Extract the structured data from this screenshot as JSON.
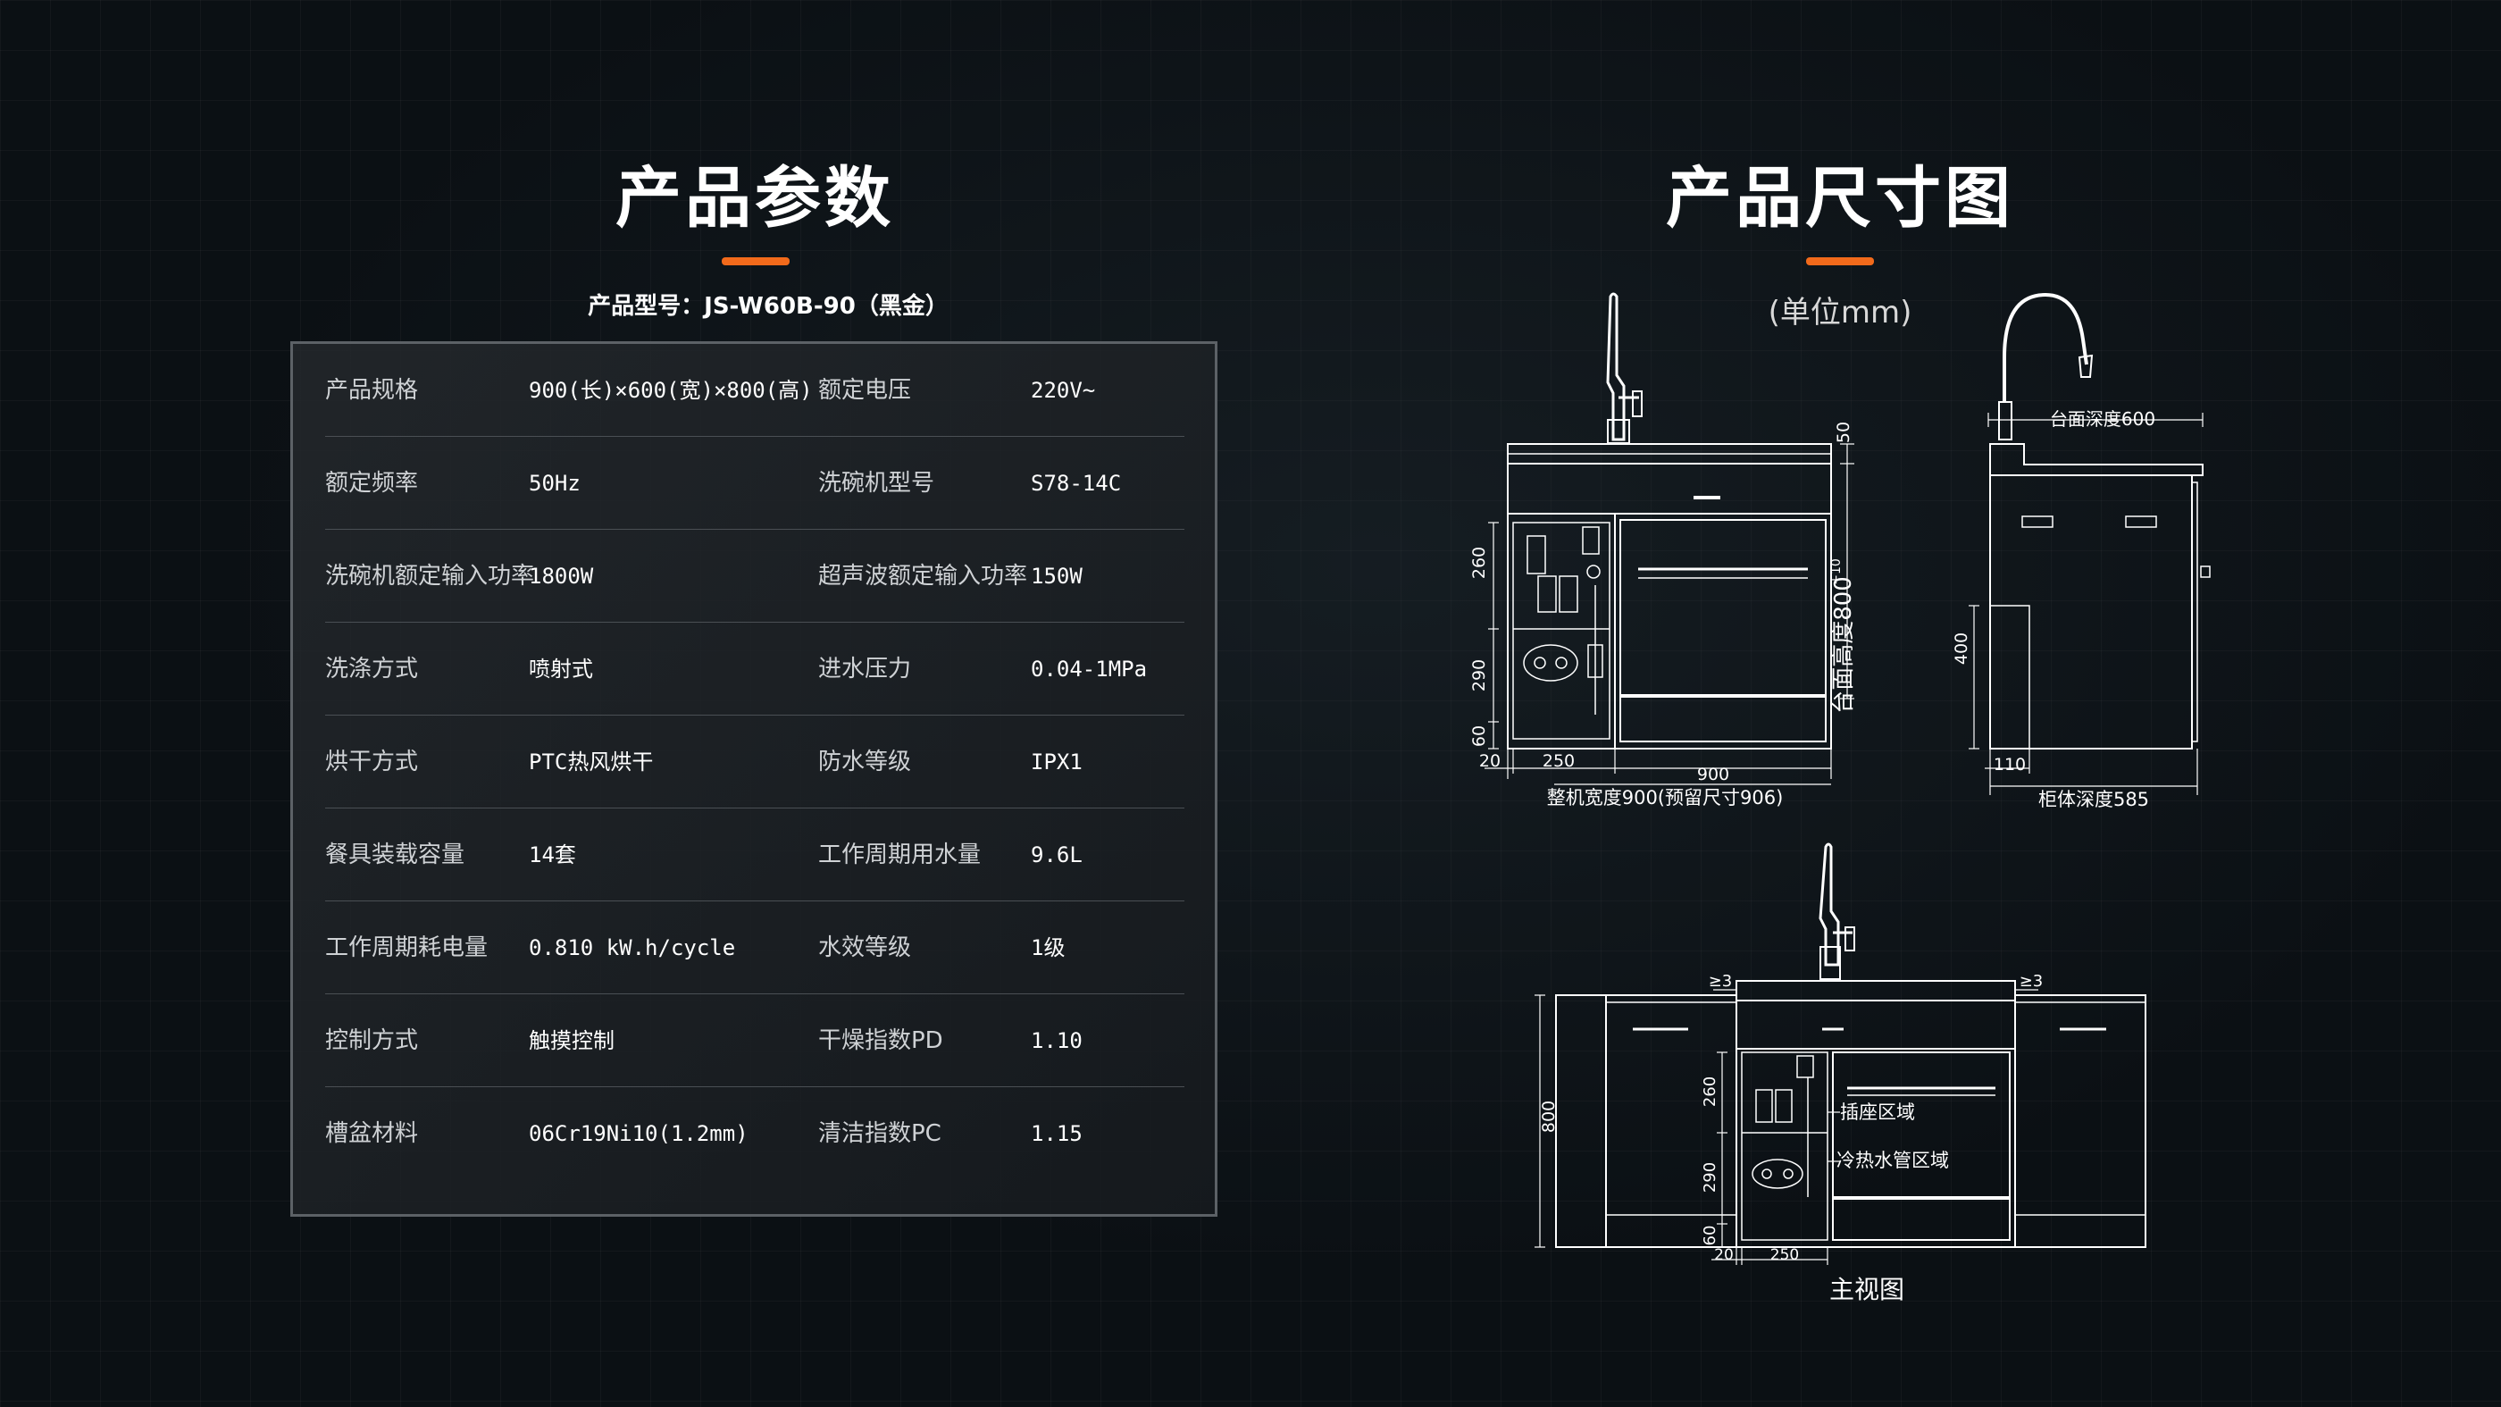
{
  "left": {
    "title": "产品参数",
    "model_line": "产品型号：JS-W60B-90（黑金）",
    "specs": [
      {
        "label1": "产品规格",
        "value1": "900(长)×600(宽)×800(高)",
        "label2": "额定电压",
        "value2": "220V~"
      },
      {
        "label1": "额定频率",
        "value1": "50Hz",
        "label2": "洗碗机型号",
        "value2": "S78-14C"
      },
      {
        "label1": "洗碗机额定输入功率",
        "value1": "1800W",
        "label2": "超声波额定输入功率",
        "value2": "150W"
      },
      {
        "label1": "洗涤方式",
        "value1": "喷射式",
        "label2": "进水压力",
        "value2": "0.04-1MPa"
      },
      {
        "label1": "烘干方式",
        "value1": "PTC热风烘干",
        "label2": "防水等级",
        "value2": "IPX1"
      },
      {
        "label1": "餐具装载容量",
        "value1": "14套",
        "label2": "工作周期用水量",
        "value2": "9.6L"
      },
      {
        "label1": "工作周期耗电量",
        "value1": "0.810 kW.h/cycle",
        "label2": "水效等级",
        "value2": "1级"
      },
      {
        "label1": "控制方式",
        "value1": "触摸控制",
        "label2": "干燥指数PD",
        "value2": "1.10"
      },
      {
        "label1": "槽盆材料",
        "value1": "06Cr19Ni10(1.2mm)",
        "label2": "清洁指数PC",
        "value2": "1.15"
      }
    ]
  },
  "right": {
    "title": "产品尺寸图",
    "unit": "(单位mm)",
    "front_view": {
      "dim_top": "50",
      "dim_height": "台面高度800",
      "dim_height_sup": "+10",
      "dim_260": "260",
      "dim_290": "290",
      "dim_60": "60",
      "dim_20": "20",
      "dim_250": "250",
      "dim_900": "900",
      "caption_width": "整机宽度900(预留尺寸906)"
    },
    "side_view": {
      "counter_depth": "台面深度600",
      "dim_400": "400",
      "dim_110": "110",
      "caption_depth": "柜体深度585"
    },
    "main_view": {
      "ge3_left": "≥3",
      "ge3_right": "≥3",
      "dim_800": "800",
      "dim_260": "260",
      "dim_290": "290",
      "dim_60": "60",
      "dim_20": "20",
      "dim_250": "250",
      "socket_area": "插座区域",
      "pipe_area": "冷热水管区域",
      "caption": "主视图"
    }
  },
  "colors": {
    "accent": "#f26a1b",
    "background": "#0b1014",
    "line": "#ffffff"
  }
}
